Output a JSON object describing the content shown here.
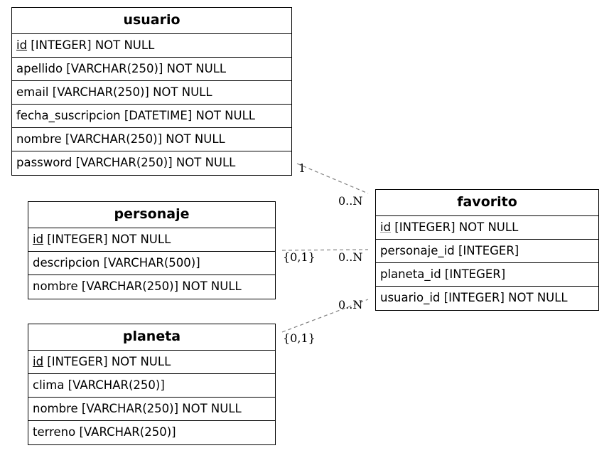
{
  "entities": {
    "usuario": {
      "name": "usuario",
      "fields": [
        {
          "key": "id",
          "rest": " [INTEGER] NOT NULL",
          "pk": true,
          "fk": false
        },
        {
          "key": "apellido",
          "rest": " [VARCHAR(250)] NOT NULL",
          "pk": false,
          "fk": false
        },
        {
          "key": "email",
          "rest": " [VARCHAR(250)] NOT NULL",
          "pk": false,
          "fk": false
        },
        {
          "key": "fecha_suscripcion",
          "rest": " [DATETIME] NOT NULL",
          "pk": false,
          "fk": false
        },
        {
          "key": "nombre",
          "rest": " [VARCHAR(250)] NOT NULL",
          "pk": false,
          "fk": false
        },
        {
          "key": "password",
          "rest": " [VARCHAR(250)] NOT NULL",
          "pk": false,
          "fk": false
        }
      ]
    },
    "personaje": {
      "name": "personaje",
      "fields": [
        {
          "key": "id",
          "rest": " [INTEGER] NOT NULL",
          "pk": true,
          "fk": false
        },
        {
          "key": "descripcion",
          "rest": " [VARCHAR(500)]",
          "pk": false,
          "fk": false
        },
        {
          "key": "nombre",
          "rest": " [VARCHAR(250)] NOT NULL",
          "pk": false,
          "fk": false
        }
      ]
    },
    "planeta": {
      "name": "planeta",
      "fields": [
        {
          "key": "id",
          "rest": " [INTEGER] NOT NULL",
          "pk": true,
          "fk": false
        },
        {
          "key": "clima",
          "rest": " [VARCHAR(250)]",
          "pk": false,
          "fk": false
        },
        {
          "key": "nombre",
          "rest": " [VARCHAR(250)] NOT NULL",
          "pk": false,
          "fk": false
        },
        {
          "key": "terreno",
          "rest": " [VARCHAR(250)]",
          "pk": false,
          "fk": false
        }
      ]
    },
    "favorito": {
      "name": "favorito",
      "fields": [
        {
          "key": "id",
          "rest": " [INTEGER] NOT NULL",
          "pk": true,
          "fk": false
        },
        {
          "key": "personaje_id",
          "rest": " [INTEGER]",
          "pk": false,
          "fk": false
        },
        {
          "key": "planeta_id",
          "rest": " [INTEGER]",
          "pk": false,
          "fk": false
        },
        {
          "key": "usuario_id",
          "rest": " [INTEGER] NOT NULL",
          "pk": false,
          "fk": false
        }
      ]
    }
  },
  "relations": {
    "usuario_favorito": {
      "from": "usuario",
      "to": "favorito",
      "from_card": "1",
      "to_card": "0..N"
    },
    "personaje_favorito": {
      "from": "personaje",
      "to": "favorito",
      "from_card": "{0,1}",
      "to_card": "0..N"
    },
    "planeta_favorito": {
      "from": "planeta",
      "to": "favorito",
      "from_card": "{0,1}",
      "to_card": "0..N"
    }
  },
  "colors": {
    "border": "#000000",
    "edge": "#808080",
    "background": "#ffffff"
  }
}
